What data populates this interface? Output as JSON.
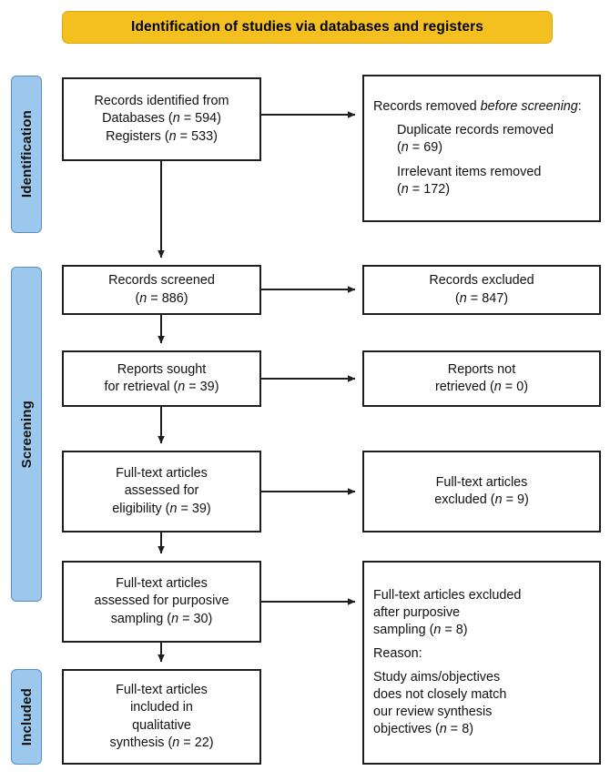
{
  "banner": {
    "title": "Identification of studies via databases and registers",
    "color": "#F3C01F"
  },
  "stages": {
    "identification": "Identification",
    "screening": "Screening",
    "included": "Included",
    "color": "#9CC8EE"
  },
  "boxes": {
    "identified": {
      "line1": "Records identified from",
      "line2_label": "Databases (",
      "line2_n": "n",
      "line2_val": " = 594)",
      "line3_label": "Registers (",
      "line3_n": "n",
      "line3_val": " = 533)"
    },
    "removed": {
      "head_a": "Records removed ",
      "head_b": "before screening",
      "head_c": ":",
      "item1": "Duplicate records removed",
      "item1_open": "(",
      "item1_n": "n",
      "item1_val": " = 69)",
      "item2": "Irrelevant items removed",
      "item2_open": "(",
      "item2_n": "n",
      "item2_val": " = 172)"
    },
    "screened": {
      "line1": "Records screened",
      "open": "(",
      "n": "n",
      "val": " = 886)"
    },
    "excluded": {
      "line1": "Records excluded",
      "open": "(",
      "n": "n",
      "val": " = 847)"
    },
    "sought": {
      "line1": "Reports sought",
      "line2": "for retrieval (",
      "n": "n",
      "val": " = 39)"
    },
    "notretrieved": {
      "line1": "Reports not",
      "line2": "retrieved (",
      "n": "n",
      "val": " = 0)"
    },
    "eligibility": {
      "line1": "Full-text articles",
      "line2": "assessed for",
      "line3": "eligibility (",
      "n": "n",
      "val": " = 39)"
    },
    "ftexcluded": {
      "line1": "Full-text articles",
      "line2": "excluded (",
      "n": "n",
      "val": " = 9)"
    },
    "purposive": {
      "line1": "Full-text articles",
      "line2": "assessed for purposive",
      "line3": "sampling (",
      "n": "n",
      "val": " = 30)"
    },
    "purpexcluded": {
      "line1": "Full-text articles excluded",
      "line2": "after purposive",
      "line3": "sampling (",
      "n": "n",
      "val": " = 8)",
      "reason_label": "Reason:",
      "reason1": "Study aims/objectives",
      "reason2": "does not closely match",
      "reason3": "our review synthesis",
      "reason4": "objectives (",
      "reason_n": "n",
      "reason_val": " = 8)"
    },
    "included": {
      "line1": "Full-text articles",
      "line2": "included in",
      "line3": "qualitative",
      "line4": "synthesis (",
      "n": "n",
      "val": " = 22)"
    }
  }
}
